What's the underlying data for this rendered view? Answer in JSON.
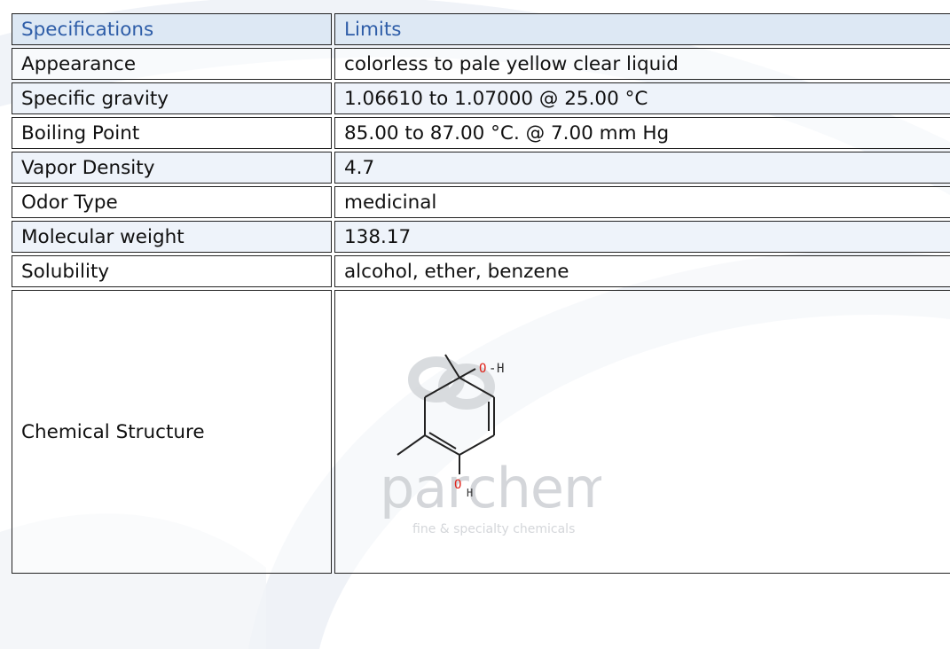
{
  "table": {
    "header": {
      "col1": "Specifications",
      "col2": "Limits"
    },
    "rows": [
      {
        "label": "Appearance",
        "value": "colorless to pale yellow clear liquid"
      },
      {
        "label": "Specific gravity",
        "value": "1.06610 to 1.07000 @ 25.00 °C"
      },
      {
        "label": "Boiling Point",
        "value": "85.00 to 87.00 °C. @ 7.00 mm Hg"
      },
      {
        "label": "Vapor Density",
        "value": "4.7"
      },
      {
        "label": "Odor Type",
        "value": "medicinal"
      },
      {
        "label": "Molecular weight",
        "value": "138.17"
      },
      {
        "label": "Solubility",
        "value": "alcohol, ether, benzene"
      }
    ],
    "structure_row": {
      "label": "Chemical Structure"
    }
  },
  "structure_image": {
    "atoms": {
      "o1": "O",
      "h1": "H",
      "o2": "O",
      "h2": "H"
    }
  },
  "watermark": {
    "brand": "parchem",
    "tagline": "fine & specialty chemicals"
  },
  "colors": {
    "header_text": "#2e5da8",
    "header_bg": "#dde8f4",
    "alt_row_bg": "#eef3fa",
    "oxygen": "#e0241b",
    "watermark": "#c9ccd0"
  }
}
